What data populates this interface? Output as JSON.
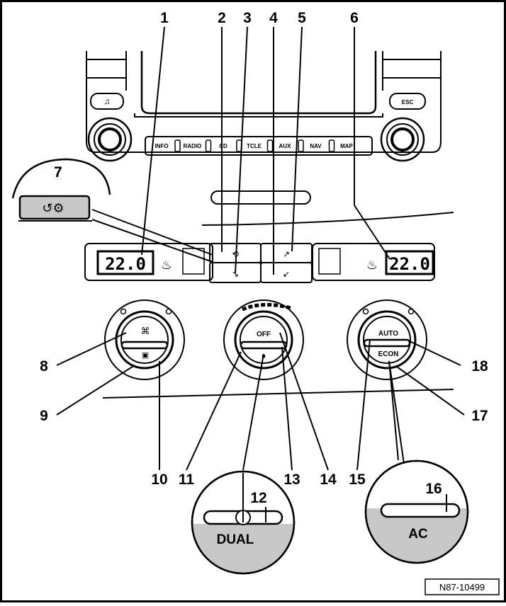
{
  "callouts": [
    "1",
    "2",
    "3",
    "4",
    "5",
    "6",
    "7",
    "8",
    "9",
    "10",
    "11",
    "12",
    "13",
    "14",
    "15",
    "16",
    "17",
    "18"
  ],
  "radio": {
    "buttons": [
      "INFO",
      "RADIO",
      "CD",
      "TCLE",
      "AUX",
      "NAV",
      "MAP"
    ],
    "esc_label": "ESC"
  },
  "display": {
    "left_temp": "22.0",
    "right_temp": "22.0"
  },
  "knobs": {
    "center_label": "OFF",
    "right_top_label": "AUTO",
    "right_bottom_label": "ECON"
  },
  "details": {
    "dual_label": "DUAL",
    "ac_label": "AC"
  },
  "reference": "N87-10499",
  "icons": [
    "rear-window-heater-icon",
    "defrost-icon",
    "recirculation-icon",
    "fan-speed-icon",
    "seat-heater-icon",
    "air-distribution-icon"
  ]
}
